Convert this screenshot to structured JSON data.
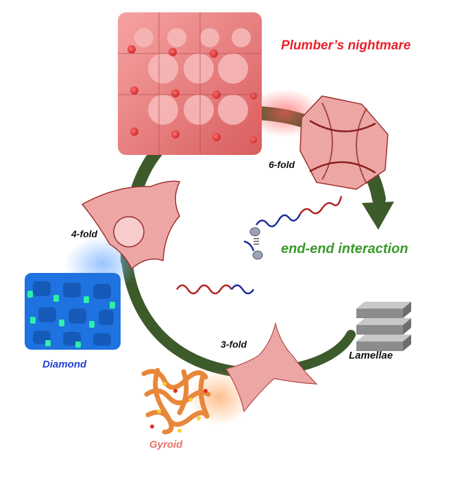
{
  "labels": {
    "plumbers_nightmare": "Plumber’s nightmare",
    "six_fold": "6-fold",
    "four_fold": "4-fold",
    "end_end_interaction": "end-end interaction",
    "three_fold": "3-fold",
    "lamellae": "Lamellae",
    "diamond": "Diamond",
    "gyroid": "Gyroid"
  },
  "colors": {
    "arc": "#3d5a2a",
    "plumbers_label": "#e8202a",
    "interaction_label": "#3a9a2a",
    "diamond_label": "#1f3fd8",
    "gyroid_label": "#e8736a",
    "node_pink": "#f2b4b4",
    "mesh_red": "#c0392b",
    "plumber_body": "#e57878",
    "diamond_blue": "#1e73e0",
    "diamond_green": "#2ef0a8",
    "gyroid_orange": "#e8873a",
    "lamellae_gray": "#8c8c8c",
    "chain_red": "#b22222",
    "chain_blue": "#1c2a9a"
  }
}
